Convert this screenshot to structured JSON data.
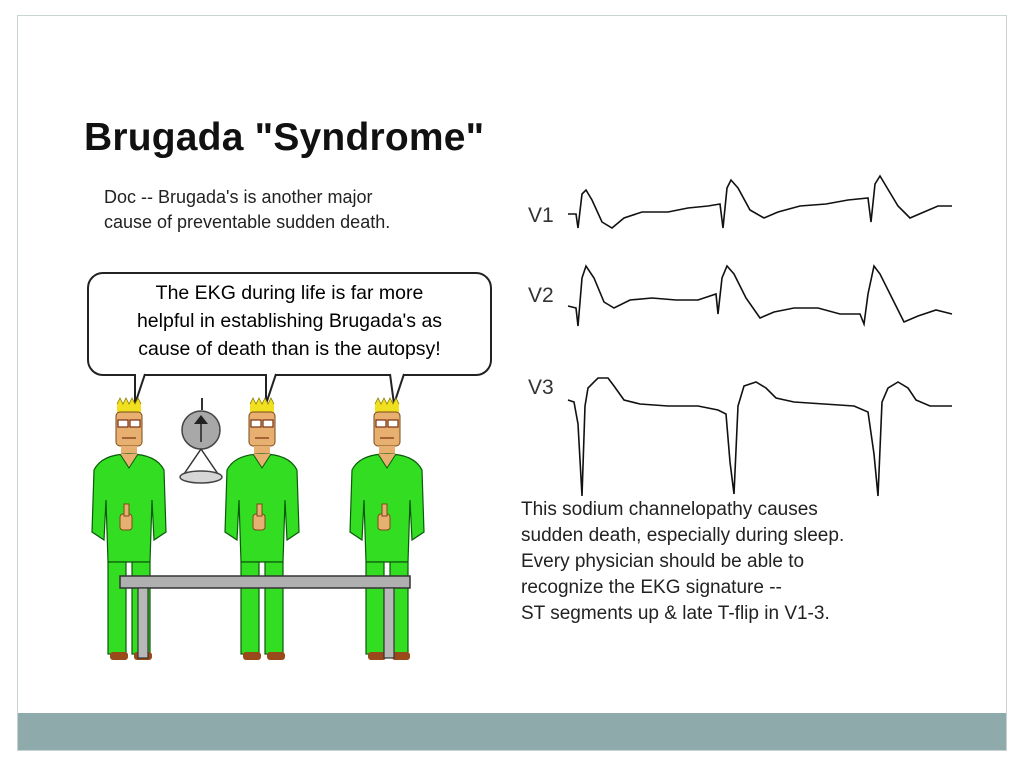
{
  "slide": {
    "title": "Brugada \"Syndrome\"",
    "doc_note_lines": [
      "Doc -- Brugada's is another major",
      "cause of preventable sudden death."
    ],
    "speech_bubble_lines": [
      "The EKG during life is far more",
      "helpful in establishing Brugada's as",
      "cause of death than is the autopsy!"
    ],
    "ekg_leads": [
      "V1",
      "V2",
      "V3"
    ],
    "summary_lines": [
      "This sodium channelopathy causes",
      "sudden death, especially during sleep.",
      "Every physician should be able to",
      "recognize the EKG signature --",
      "ST segments up & late T-flip in V1-3."
    ]
  },
  "colors": {
    "footer_bar": "#8eaaab",
    "scrubs": "#33dd22",
    "skin": "#e8b070",
    "hair": "#f0e020",
    "shoes": "#9a4a1a",
    "table": "#b0b0b0",
    "lamp": "#a8a8a8"
  },
  "icons": [
    "doctor-figure",
    "surgical-lamp",
    "autopsy-table",
    "ekg-trace"
  ]
}
